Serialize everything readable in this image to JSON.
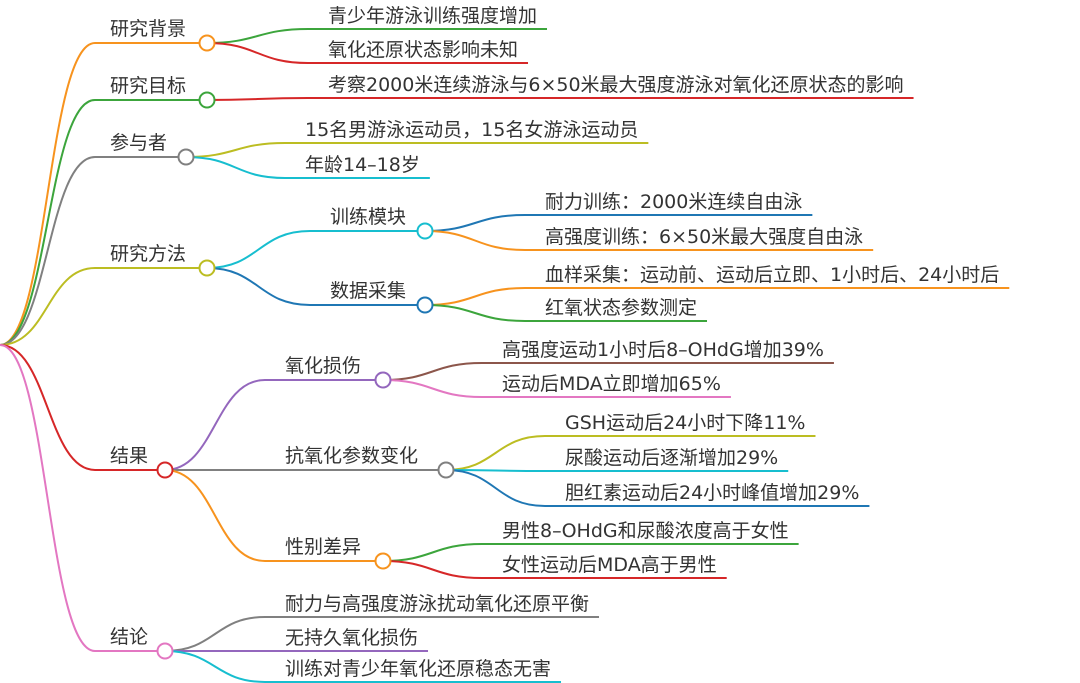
{
  "mindmap": {
    "branches": [
      {
        "label": "研究背景",
        "color": "#F7931E",
        "children": [
          {
            "label": "青少年游泳训练强度增加",
            "color": "#3CA53C"
          },
          {
            "label": "氧化还原状态影响未知",
            "color": "#D62728"
          }
        ]
      },
      {
        "label": "研究目标",
        "color": "#3CA53C",
        "children": [
          {
            "label": "考察2000米连续游泳与6×50米最大强度游泳对氧化还原状态的影响",
            "color": "#D62728"
          }
        ]
      },
      {
        "label": "参与者",
        "color": "#808080",
        "children": [
          {
            "label": "15名男游泳运动员，15名女游泳运动员",
            "color": "#BCBD22"
          },
          {
            "label": "年龄14–18岁",
            "color": "#17BECF"
          }
        ]
      },
      {
        "label": "研究方法",
        "color": "#BCBD22",
        "children": [
          {
            "label": "训练模块",
            "color": "#17BECF",
            "children": [
              {
                "label": "耐力训练：2000米连续自由泳",
                "color": "#1F77B4"
              },
              {
                "label": "高强度训练：6×50米最大强度自由泳",
                "color": "#F7931E"
              }
            ]
          },
          {
            "label": "数据采集",
            "color": "#1F77B4",
            "children": [
              {
                "label": "血样采集：运动前、运动后立即、1小时后、24小时后",
                "color": "#F7931E"
              },
              {
                "label": "红氧状态参数测定",
                "color": "#3CA53C"
              }
            ]
          }
        ]
      },
      {
        "label": "结果",
        "color": "#D62728",
        "children": [
          {
            "label": "氧化损伤",
            "color": "#9467BD",
            "children": [
              {
                "label": "高强度运动1小时后8–OHdG增加39%",
                "color": "#8C564B"
              },
              {
                "label": "运动后MDA立即增加65%",
                "color": "#E377C2"
              }
            ]
          },
          {
            "label": "抗氧化参数变化",
            "color": "#808080",
            "children": [
              {
                "label": "GSH运动后24小时下降11%",
                "color": "#BCBD22"
              },
              {
                "label": "尿酸运动后逐渐增加29%",
                "color": "#17BECF"
              },
              {
                "label": "胆红素运动后24小时峰值增加29%",
                "color": "#1F77B4"
              }
            ]
          },
          {
            "label": "性别差异",
            "color": "#F7931E",
            "children": [
              {
                "label": "男性8–OHdG和尿酸浓度高于女性",
                "color": "#3CA53C"
              },
              {
                "label": "女性运动后MDA高于男性",
                "color": "#D62728"
              }
            ]
          }
        ]
      },
      {
        "label": "结论",
        "color": "#E377C2",
        "children": [
          {
            "label": "耐力与高强度游泳扰动氧化还原平衡",
            "color": "#808080"
          },
          {
            "label": "无持久氧化损伤",
            "color": "#9467BD"
          },
          {
            "label": "训练对青少年氧化还原稳态无害",
            "color": "#17BECF"
          }
        ]
      }
    ]
  }
}
